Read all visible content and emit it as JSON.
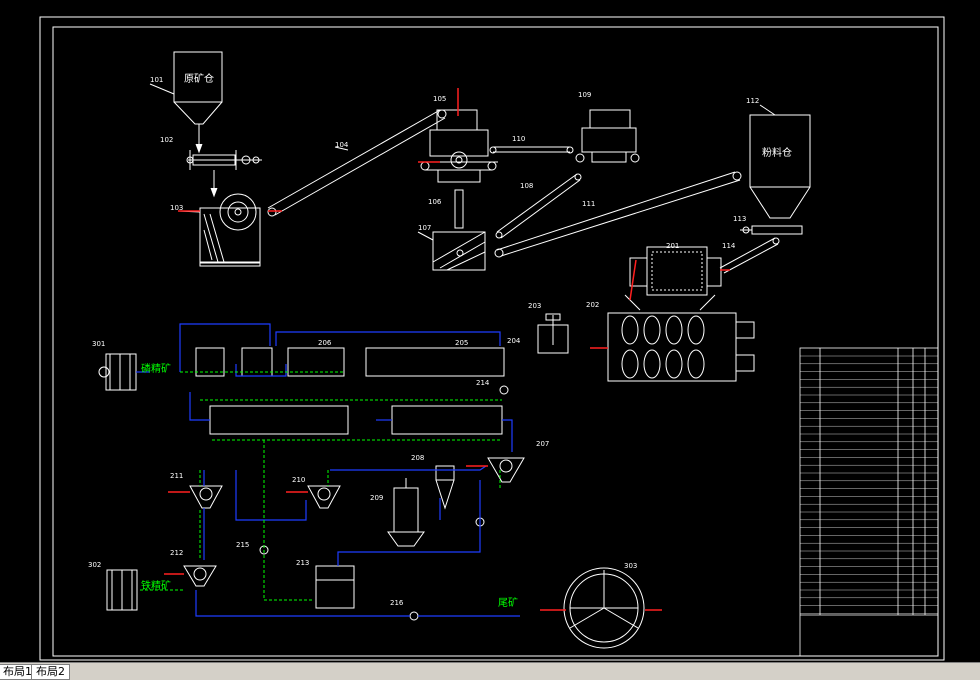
{
  "colors": {
    "bg": "#000000",
    "line": "#ffffff",
    "blue": "#1e3cff",
    "green": "#00ff00",
    "red": "#ff2020"
  },
  "labels": {
    "l101": "101",
    "l102": "102",
    "l103": "103",
    "l104": "104",
    "l105": "105",
    "l106": "106",
    "l107": "107",
    "l108": "108",
    "l109": "109",
    "l110": "110",
    "l111": "111",
    "l112": "112",
    "l113": "113",
    "l114": "114",
    "l201": "201",
    "l202": "202",
    "l203": "203",
    "l204": "204",
    "l205": "205",
    "l206": "206",
    "l207": "207",
    "l208": "208",
    "l209": "209",
    "l210": "210",
    "l211": "211",
    "l212": "212",
    "l213": "213",
    "l214": "214",
    "l215": "215",
    "l216": "216",
    "l301": "301",
    "l302": "302",
    "l303": "303"
  },
  "text": {
    "raw_bin": "原矿仓",
    "powder_bin": "粉料仓",
    "phosphate_concentrate": "磷精矿",
    "iron_concentrate": "铁精矿",
    "tailings": "尾矿"
  },
  "tabs": [
    "布局1",
    "布局2"
  ]
}
